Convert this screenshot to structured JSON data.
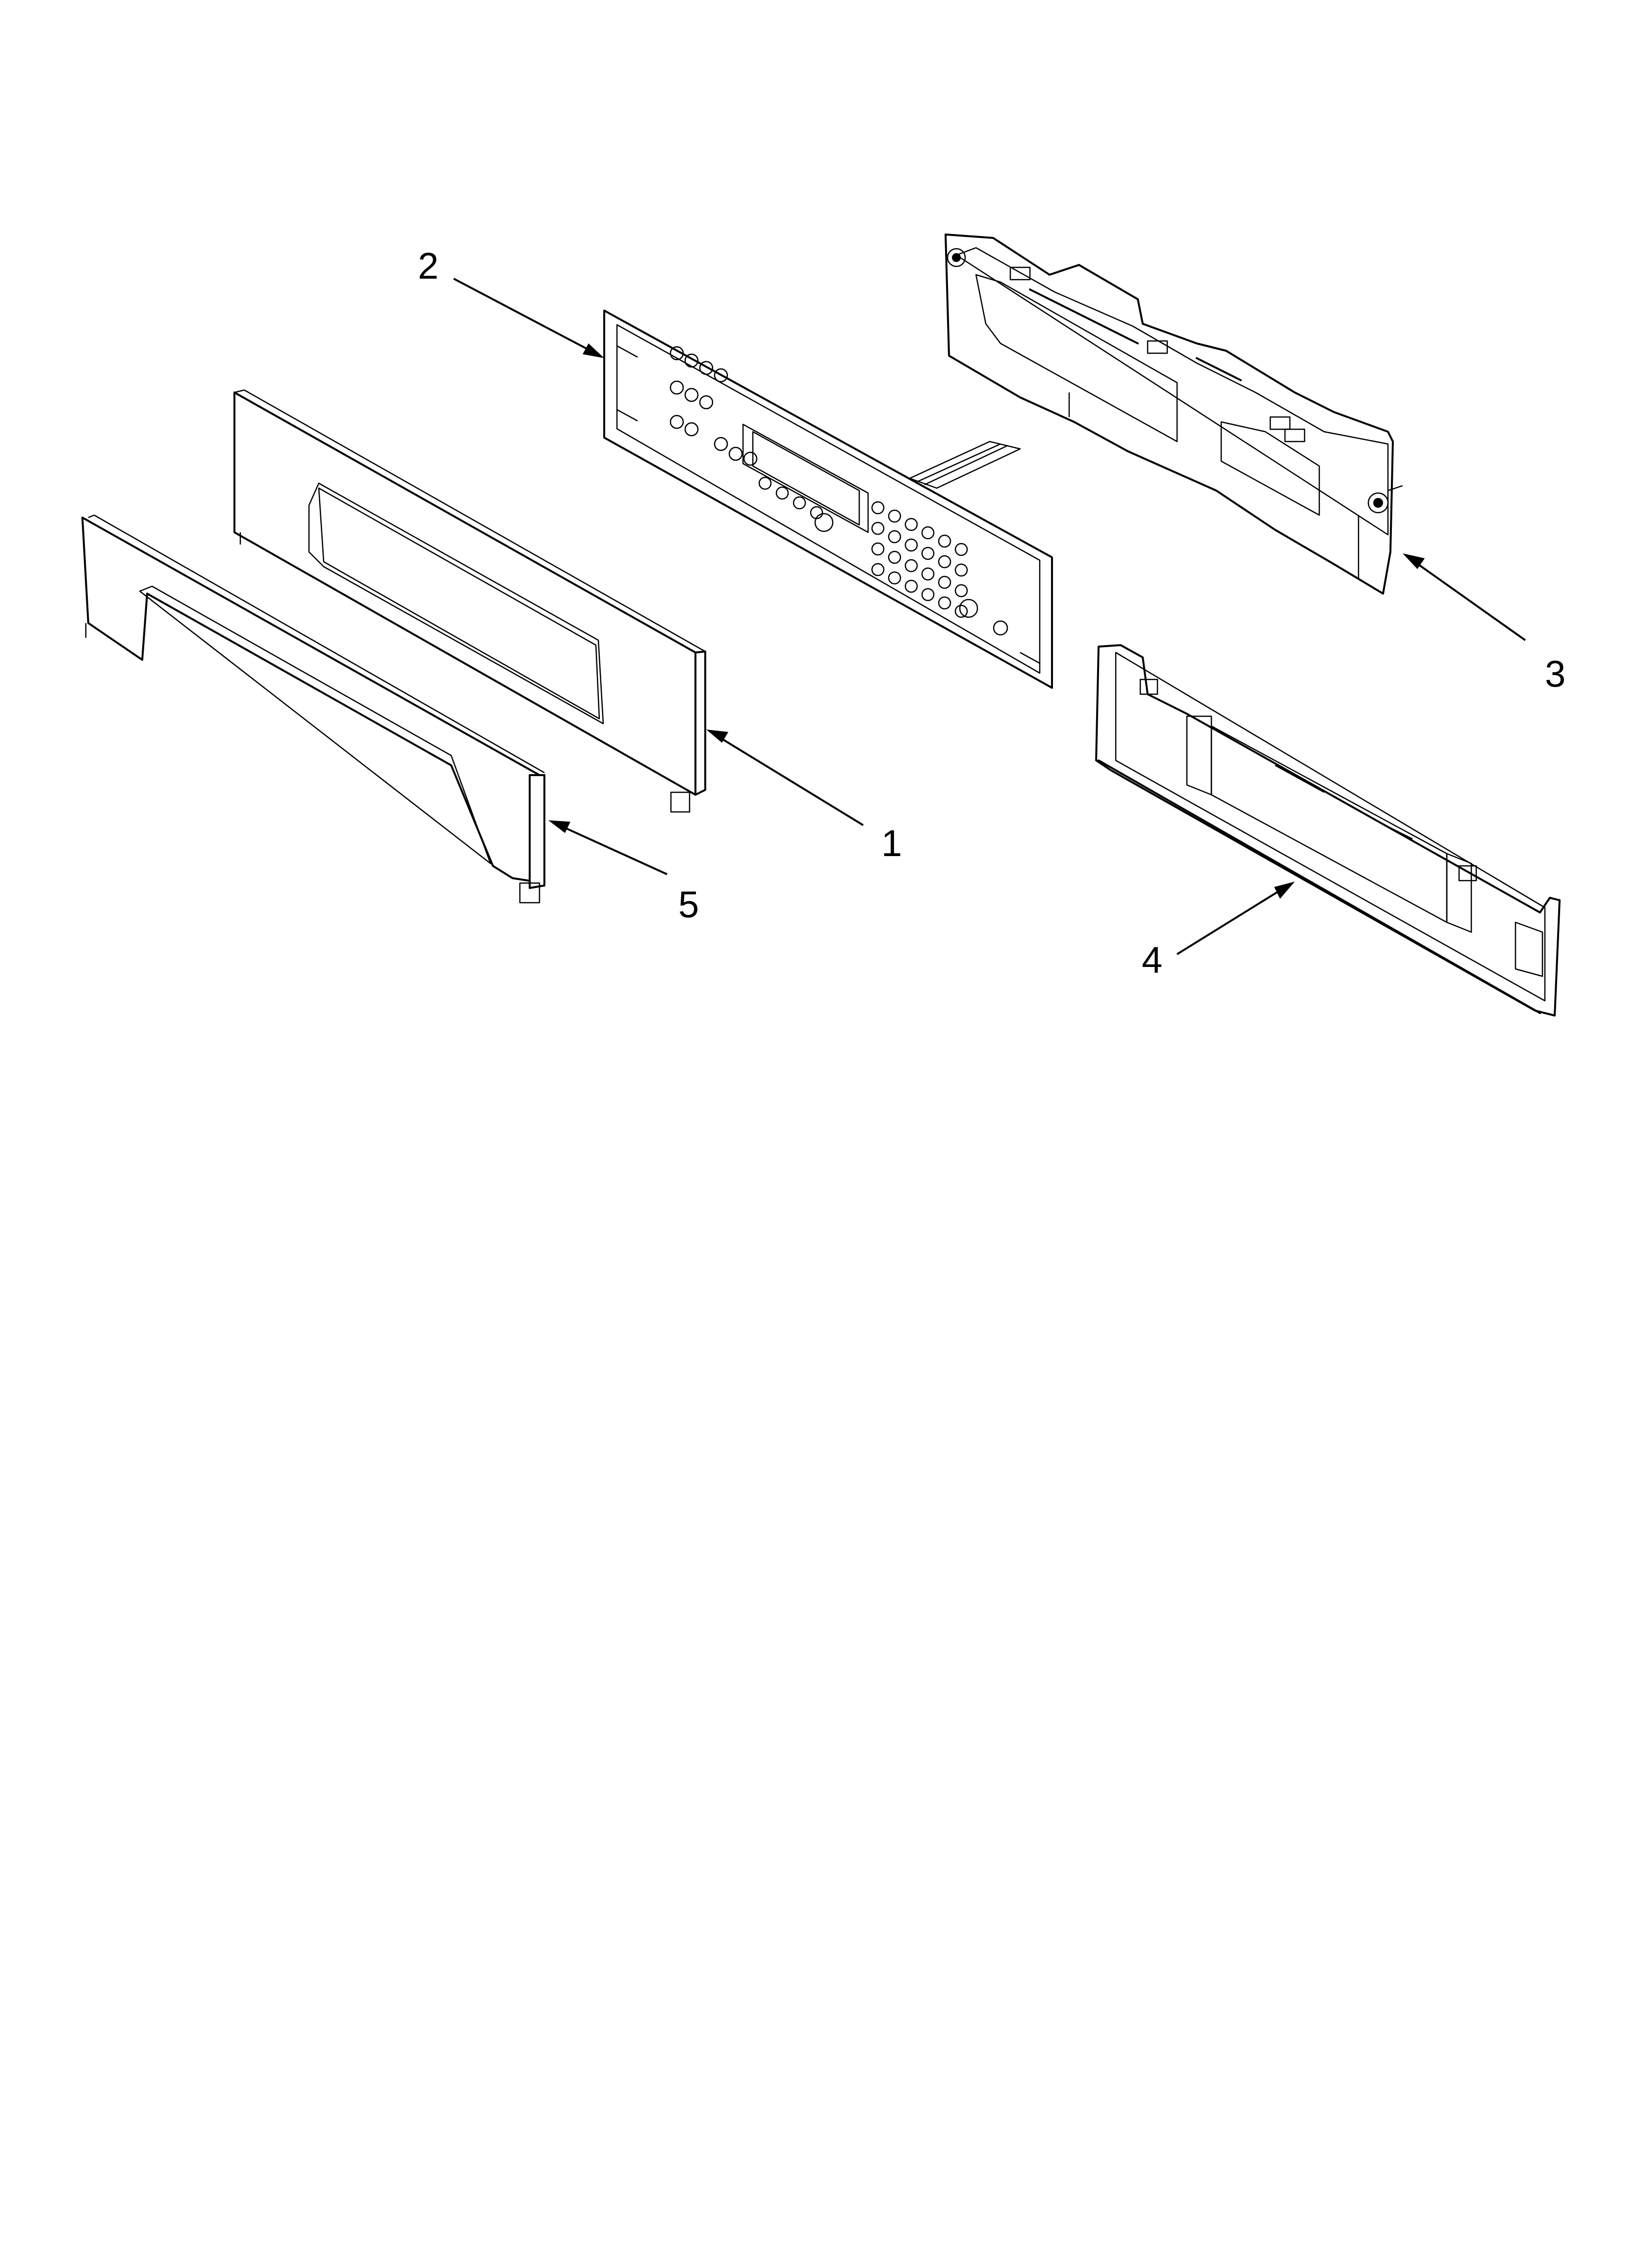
{
  "callouts": {
    "c1": "1",
    "c2": "2",
    "c3": "3",
    "c4": "4",
    "c5": "5"
  },
  "icons": {
    "part1": "control-panel-housing",
    "part2": "keypad-overlay-with-ribbon",
    "part3": "control-panel-bracket",
    "part4": "mounting-rail",
    "part5": "front-trim-panel"
  }
}
